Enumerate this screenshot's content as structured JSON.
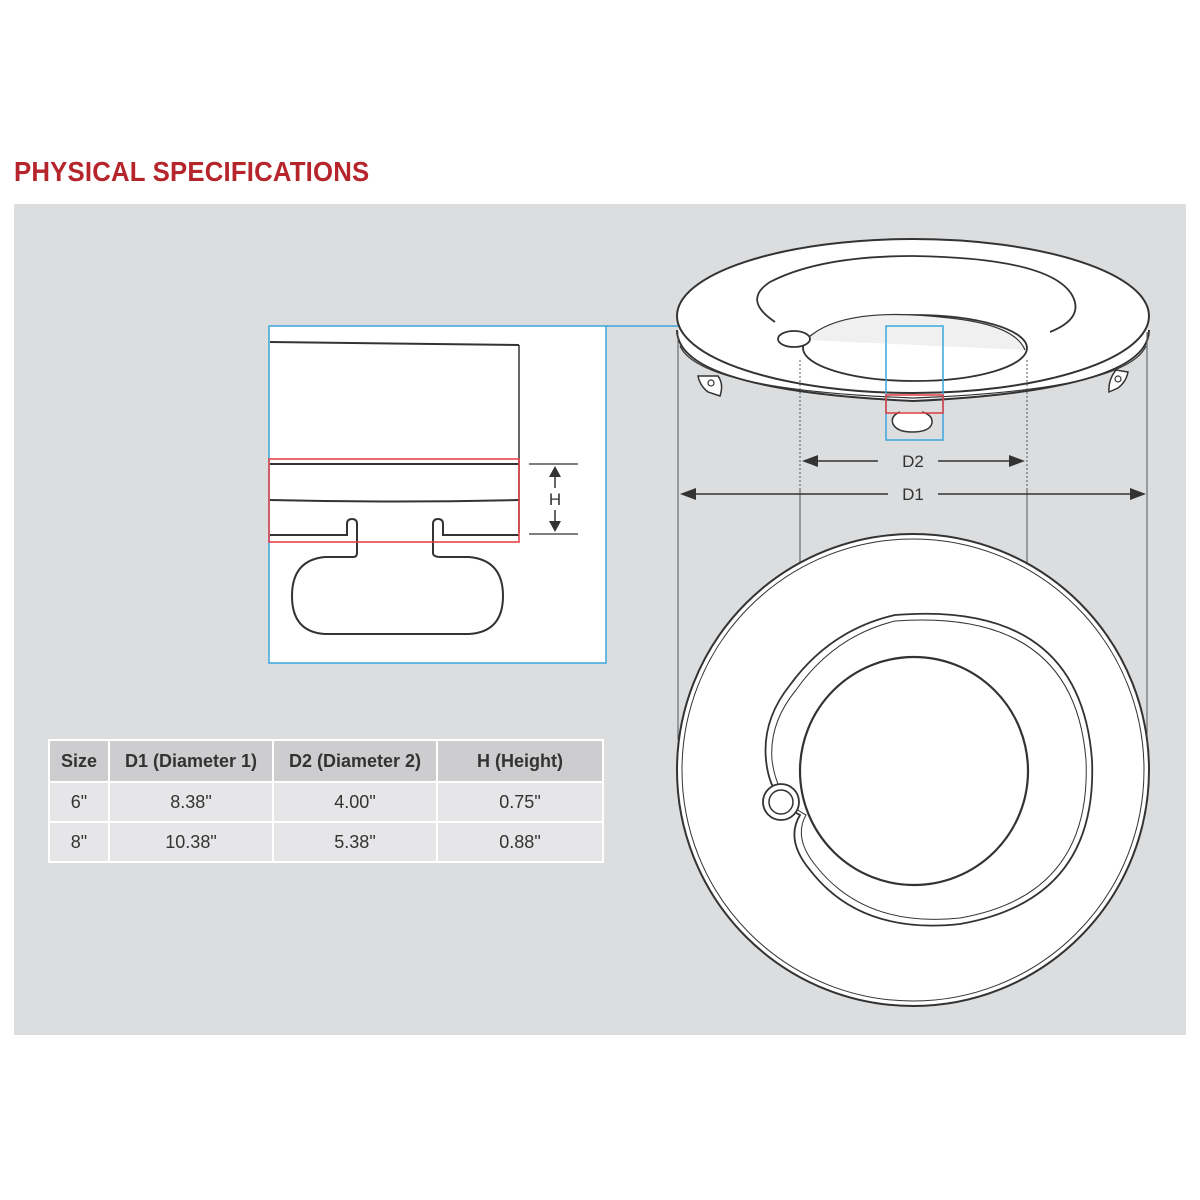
{
  "title": "PHYSICAL SPECIFICATIONS",
  "labels": {
    "d1": "D1",
    "d2": "D2",
    "h": "H"
  },
  "colors": {
    "title": "#b5252b",
    "callout_blue": "#3aa7dc",
    "highlight_red": "#e0393e",
    "panel": "#dcdddf"
  },
  "table": {
    "headers": [
      "Size",
      "D1 (Diameter 1)",
      "D2 (Diameter 2)",
      "H (Height)"
    ],
    "rows": [
      [
        "6\"",
        "8.38\"",
        "4.00\"",
        "0.75\""
      ],
      [
        "8\"",
        "10.38\"",
        "5.38\"",
        "0.88\""
      ]
    ]
  }
}
